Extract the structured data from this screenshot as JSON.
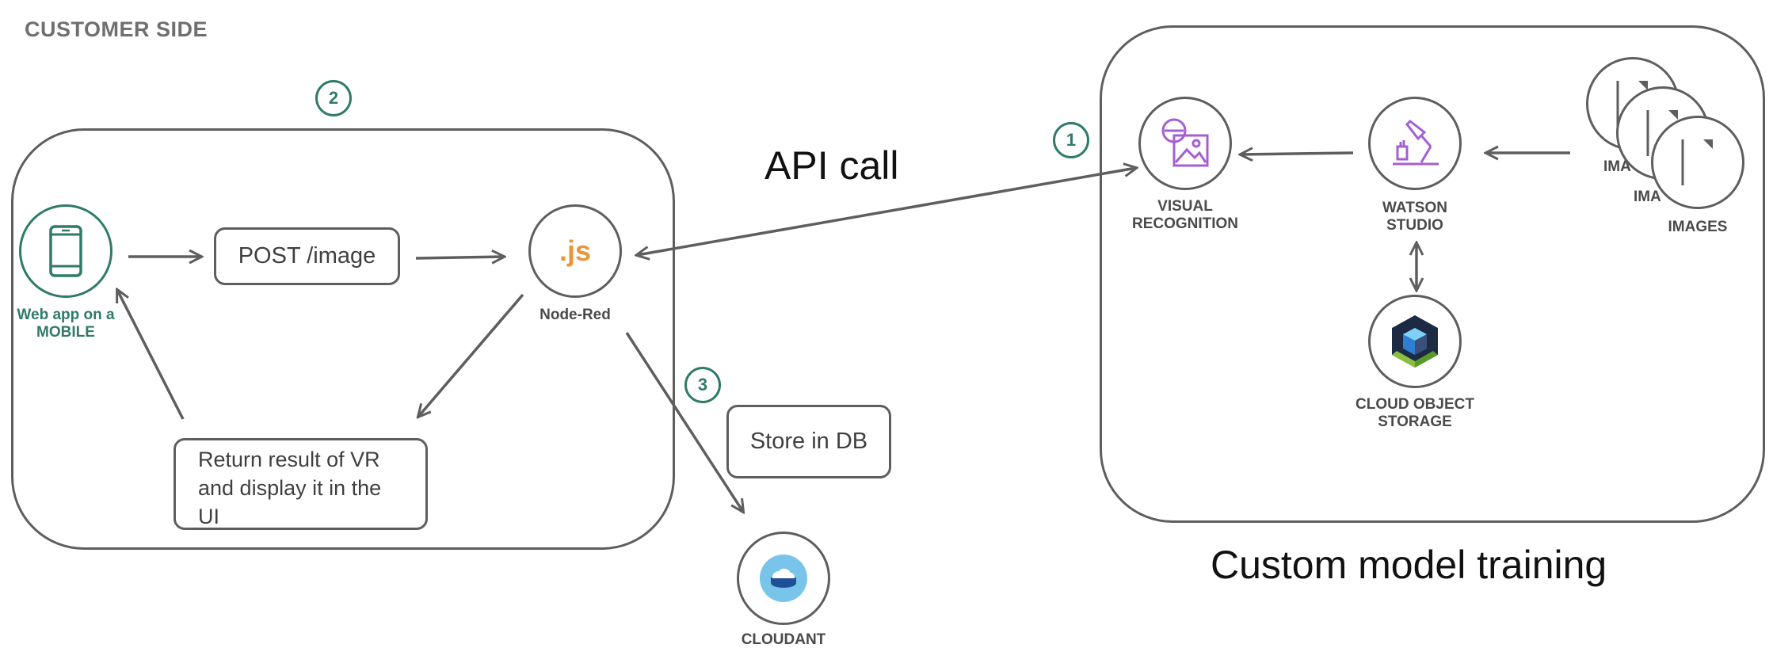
{
  "heading": "CUSTOMER SIDE",
  "api_call_label": "API call",
  "custom_training_label": "Custom model training",
  "steps": {
    "one": "1",
    "two": "2",
    "three": "3"
  },
  "customer": {
    "mobile_label_line1": "Web app on a",
    "mobile_label_line2": "MOBILE",
    "post_box": "POST /image",
    "nodejs_glyph": ".js",
    "node_red_label": "Node-Red",
    "return_box_line1": "Return result of VR",
    "return_box_line2": "and display it in the",
    "return_box_line3": "UI"
  },
  "db": {
    "store_box": "Store in DB",
    "cloudant_label": "CLOUDANT"
  },
  "training": {
    "vr_label_line1": "VISUAL",
    "vr_label_line2": "RECOGNITION",
    "ws_label_line1": "WATSON",
    "ws_label_line2": "STUDIO",
    "cos_label_line1": "CLOUD OBJECT",
    "cos_label_line2": "STORAGE",
    "images_label_1": "IMA",
    "images_label_2": "IMA",
    "images_label_3": "IMAGES"
  },
  "colors": {
    "accent_green": "#2f7a68",
    "line_gray": "#5e5e5e",
    "watson_purple": "#a45fd6",
    "nodejs_orange": "#e8963a",
    "cloudant_blue": "#1f4f96",
    "cos_green": "#8bbf3f"
  },
  "icons": [
    "mobile-phone-icon",
    "nodejs-icon",
    "visual-recognition-icon",
    "watson-studio-icon",
    "cloud-object-storage-icon",
    "image-file-icon",
    "cloudant-icon"
  ]
}
